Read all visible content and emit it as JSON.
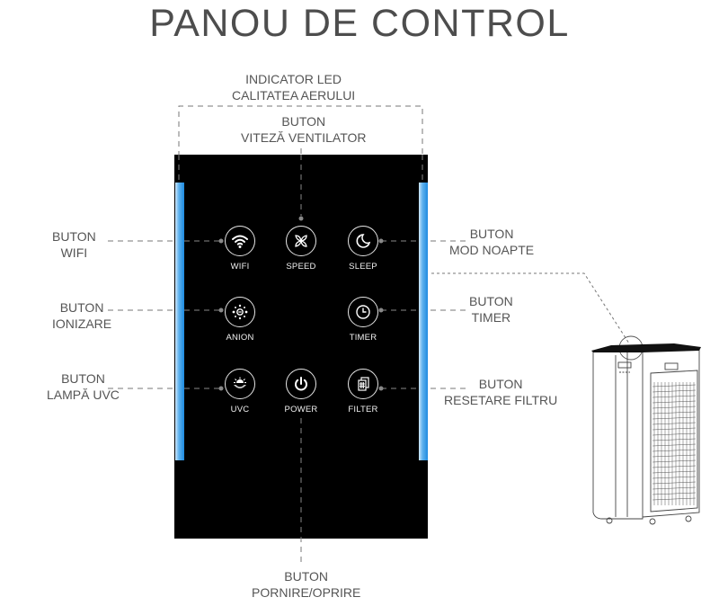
{
  "title": "PANOU DE CONTROL",
  "callouts": {
    "led": {
      "line1": "INDICATOR LED",
      "line2": "CALITATEA AERULUI"
    },
    "speed": {
      "line1": "BUTON",
      "line2": "VITEZĂ VENTILATOR"
    },
    "wifi": {
      "line1": "BUTON",
      "line2": "WIFI"
    },
    "anion": {
      "line1": "BUTON",
      "line2": "IONIZARE"
    },
    "uvc": {
      "line1": "BUTON",
      "line2": "LAMPĂ UVC"
    },
    "sleep": {
      "line1": "BUTON",
      "line2": "MOD NOAPTE"
    },
    "timer": {
      "line1": "BUTON",
      "line2": "TIMER"
    },
    "filter": {
      "line1": "BUTON",
      "line2": "RESETARE FILTRU"
    },
    "power": {
      "line1": "BUTON",
      "line2": "PORNIRE/OPRIRE"
    }
  },
  "panel": {
    "buttons": [
      {
        "label": "WIFI",
        "icon": "wifi-icon"
      },
      {
        "label": "SPEED",
        "icon": "fan-icon"
      },
      {
        "label": "SLEEP",
        "icon": "moon-icon"
      },
      {
        "label": "ANION",
        "icon": "ion-icon"
      },
      {
        "label": "TIMER",
        "icon": "clock-icon"
      },
      {
        "label": "UVC",
        "icon": "uv-lamp-icon"
      },
      {
        "label": "POWER",
        "icon": "power-icon"
      },
      {
        "label": "FILTER",
        "icon": "filter-icon"
      }
    ],
    "led_color": "#1d8ae0",
    "panel_color": "#000000"
  }
}
